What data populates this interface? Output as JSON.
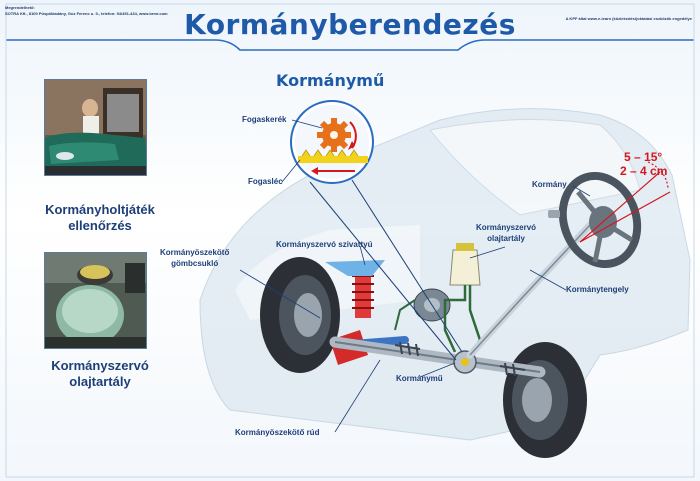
{
  "header": {
    "title": "Kormányberendezés",
    "publisher_line1": "Megrendelhető:",
    "publisher_line2": "SOTRA Kft., 8100 Püspökladány, Gúz Ferenc u. 9., telefon: 54/451-434, www.brmr.com",
    "approval_text": "A KPF által www.e-learn (közlekedési)oktatási eszközök engedélye"
  },
  "photos": [
    {
      "caption": "Kormányholtjáték ellenőrzés"
    },
    {
      "caption": "Kormányszervó olajtartály"
    }
  ],
  "diagram": {
    "title": "Kormánymű",
    "labels": {
      "fogaskerek": "Fogaskerék",
      "fogasleck": "Fogasléc",
      "kormany": "Kormány",
      "olajtartaly_line1": "Kormányszervó",
      "olajtartaly_line2": "olajtartály",
      "szivattyu": "Kormányszervó szivattyú",
      "gombcsuklo_line1": "Kormányöszekötő",
      "gombcsuklo_line2": "gömbcsukló",
      "kormanytengely": "Kormánytengely",
      "kormanymu": "Kormánymű",
      "osszekoto_rud": "Kormányöszekötő rúd"
    },
    "angle_degrees": "5 – 15°",
    "angle_cm": "2 – 4 cm"
  },
  "colors": {
    "title_blue": "#1e5aa8",
    "label_navy": "#1d3f78",
    "accent_red": "#d41820",
    "gear_orange": "#e7711b",
    "rack_yellow": "#f2d21a",
    "pipe_green": "#2f6a3a"
  }
}
